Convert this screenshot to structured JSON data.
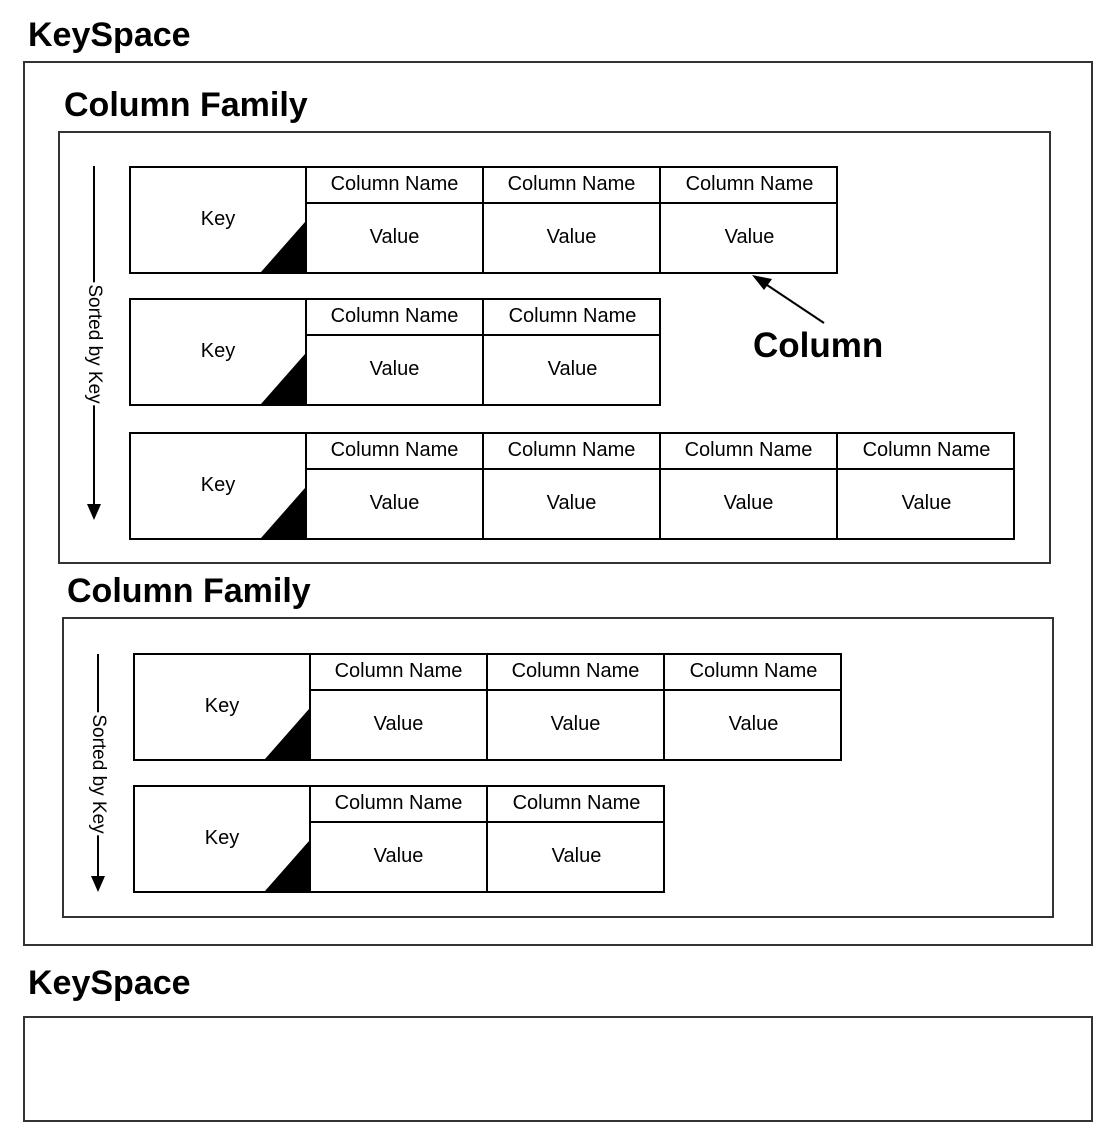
{
  "keyspace_1": {
    "title": "KeySpace",
    "column_family_1": {
      "title": "Column Family",
      "sort_label": "Sorted by Key",
      "rows": [
        {
          "key": "Key",
          "columns": [
            {
              "name": "Column Name",
              "value": "Value"
            },
            {
              "name": "Column Name",
              "value": "Value"
            },
            {
              "name": "Column Name",
              "value": "Value"
            }
          ]
        },
        {
          "key": "Key",
          "columns": [
            {
              "name": "Column Name",
              "value": "Value"
            },
            {
              "name": "Column Name",
              "value": "Value"
            }
          ]
        },
        {
          "key": "Key",
          "columns": [
            {
              "name": "Column Name",
              "value": "Value"
            },
            {
              "name": "Column Name",
              "value": "Value"
            },
            {
              "name": "Column Name",
              "value": "Value"
            },
            {
              "name": "Column Name",
              "value": "Value"
            }
          ]
        }
      ],
      "callout": "Column"
    },
    "column_family_2": {
      "title": "Column Family",
      "sort_label": "Sorted by Key",
      "rows": [
        {
          "key": "Key",
          "columns": [
            {
              "name": "Column Name",
              "value": "Value"
            },
            {
              "name": "Column Name",
              "value": "Value"
            },
            {
              "name": "Column Name",
              "value": "Value"
            }
          ]
        },
        {
          "key": "Key",
          "columns": [
            {
              "name": "Column Name",
              "value": "Value"
            },
            {
              "name": "Column Name",
              "value": "Value"
            }
          ]
        }
      ]
    }
  },
  "keyspace_2": {
    "title": "KeySpace"
  }
}
